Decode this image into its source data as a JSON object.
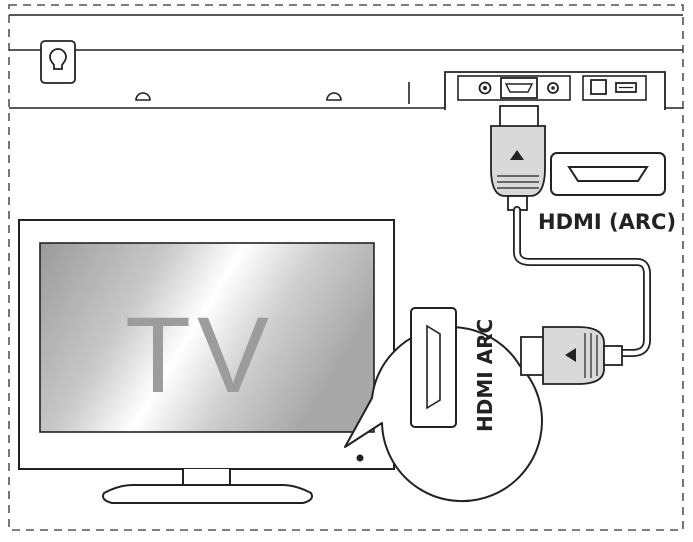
{
  "labels": {
    "tv": "TV",
    "soundbar_port": "HDMI (ARC)",
    "tv_port": "HDMI ARC"
  },
  "colors": {
    "line": "#222222",
    "frame_border": "#555555",
    "plug_fill": "#d9d9d9",
    "tv_text": "#9c9c9c",
    "screen_glare": "#ffffff"
  },
  "icons": {
    "wall_mount": "keyhole-icon",
    "arrow_up": "triangle-up-icon",
    "arrow_left": "triangle-left-icon"
  }
}
